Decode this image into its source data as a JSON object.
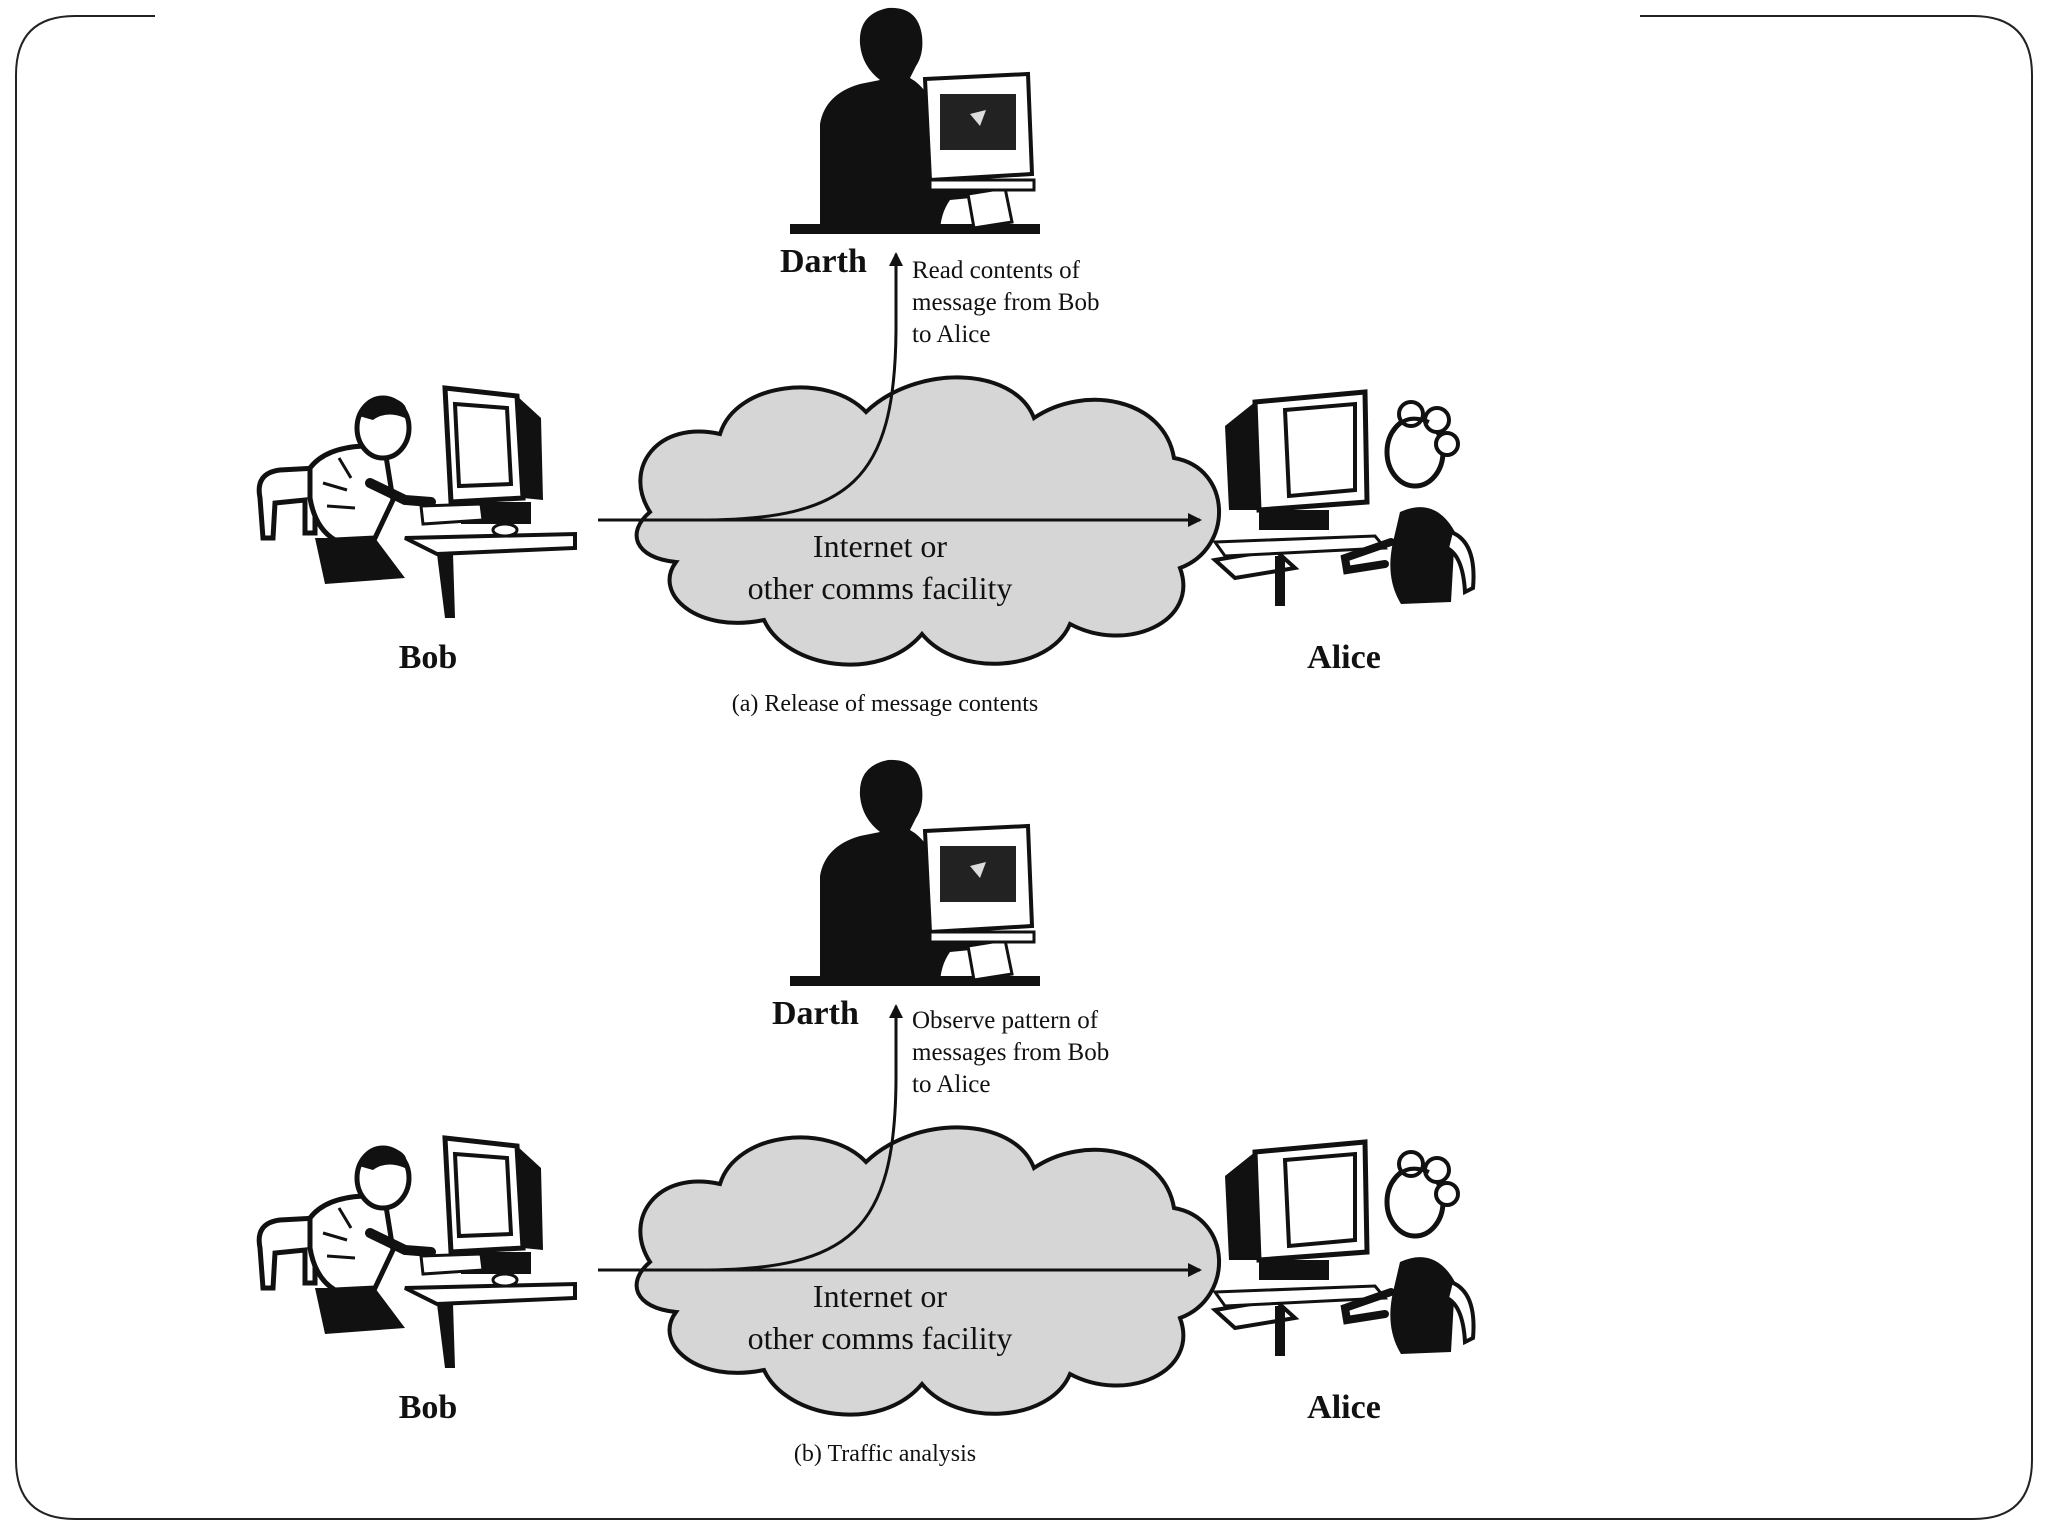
{
  "colors": {
    "ink": "#111111",
    "cloud_fill": "#d6d6d6",
    "frame": "#222222"
  },
  "panel_a": {
    "attacker": "Darth",
    "annotation": [
      "Read contents of",
      "message from Bob",
      "to Alice"
    ],
    "cloud": [
      "Internet or",
      "other comms facility"
    ],
    "sender": "Bob",
    "receiver": "Alice",
    "caption": "(a) Release of message contents"
  },
  "panel_b": {
    "attacker": "Darth",
    "annotation": [
      "Observe pattern of",
      "messages from Bob",
      "to Alice"
    ],
    "cloud": [
      "Internet or",
      "other comms facility"
    ],
    "sender": "Bob",
    "receiver": "Alice",
    "caption": "(b) Traffic analysis"
  }
}
